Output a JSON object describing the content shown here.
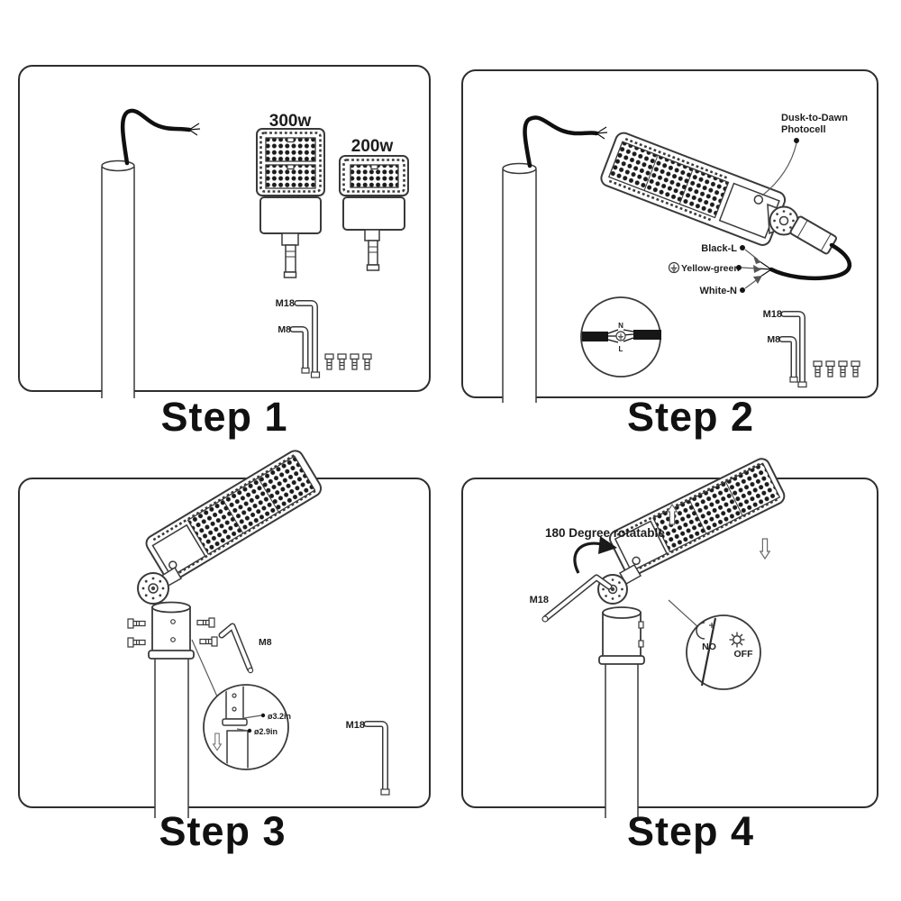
{
  "colors": {
    "background": "#ffffff",
    "line_art": "#3a3a3a",
    "wire": "#101010",
    "text": "#1d1d1d",
    "panel_border": "#2e2e2e"
  },
  "steps": {
    "step1": {
      "label": "Step 1",
      "fixture_large": "300w",
      "fixture_small": "200w",
      "wrench_large": "M18",
      "wrench_small": "M8"
    },
    "step2": {
      "label": "Step 2",
      "photocell_line1": "Dusk-to-Dawn",
      "photocell_line2": "Photocell",
      "wire_live": "Black-L",
      "wire_ground": "Yellow-green",
      "wire_neutral": "White-N",
      "splice_top": "N",
      "splice_bottom": "L",
      "wrench_large": "M18",
      "wrench_small": "M8"
    },
    "step3": {
      "label": "Step 3",
      "wrench_small": "M8",
      "wrench_large": "M18",
      "bracket_diameter": "ø3.2in",
      "pole_diameter": "ø2.9in"
    },
    "step4": {
      "label": "Step 4",
      "rotation_note": "180 Degree rotatable",
      "wrench_large": "M18",
      "photocell_night": "NO",
      "photocell_day": "OFF"
    }
  },
  "icons": {
    "ground": "earth-ground-symbol",
    "moon": "crescent-moon",
    "sun": "sun",
    "rotation_arrow": "curved-cw-arrow",
    "slide_arrows": "hollow-up-down-arrows"
  }
}
